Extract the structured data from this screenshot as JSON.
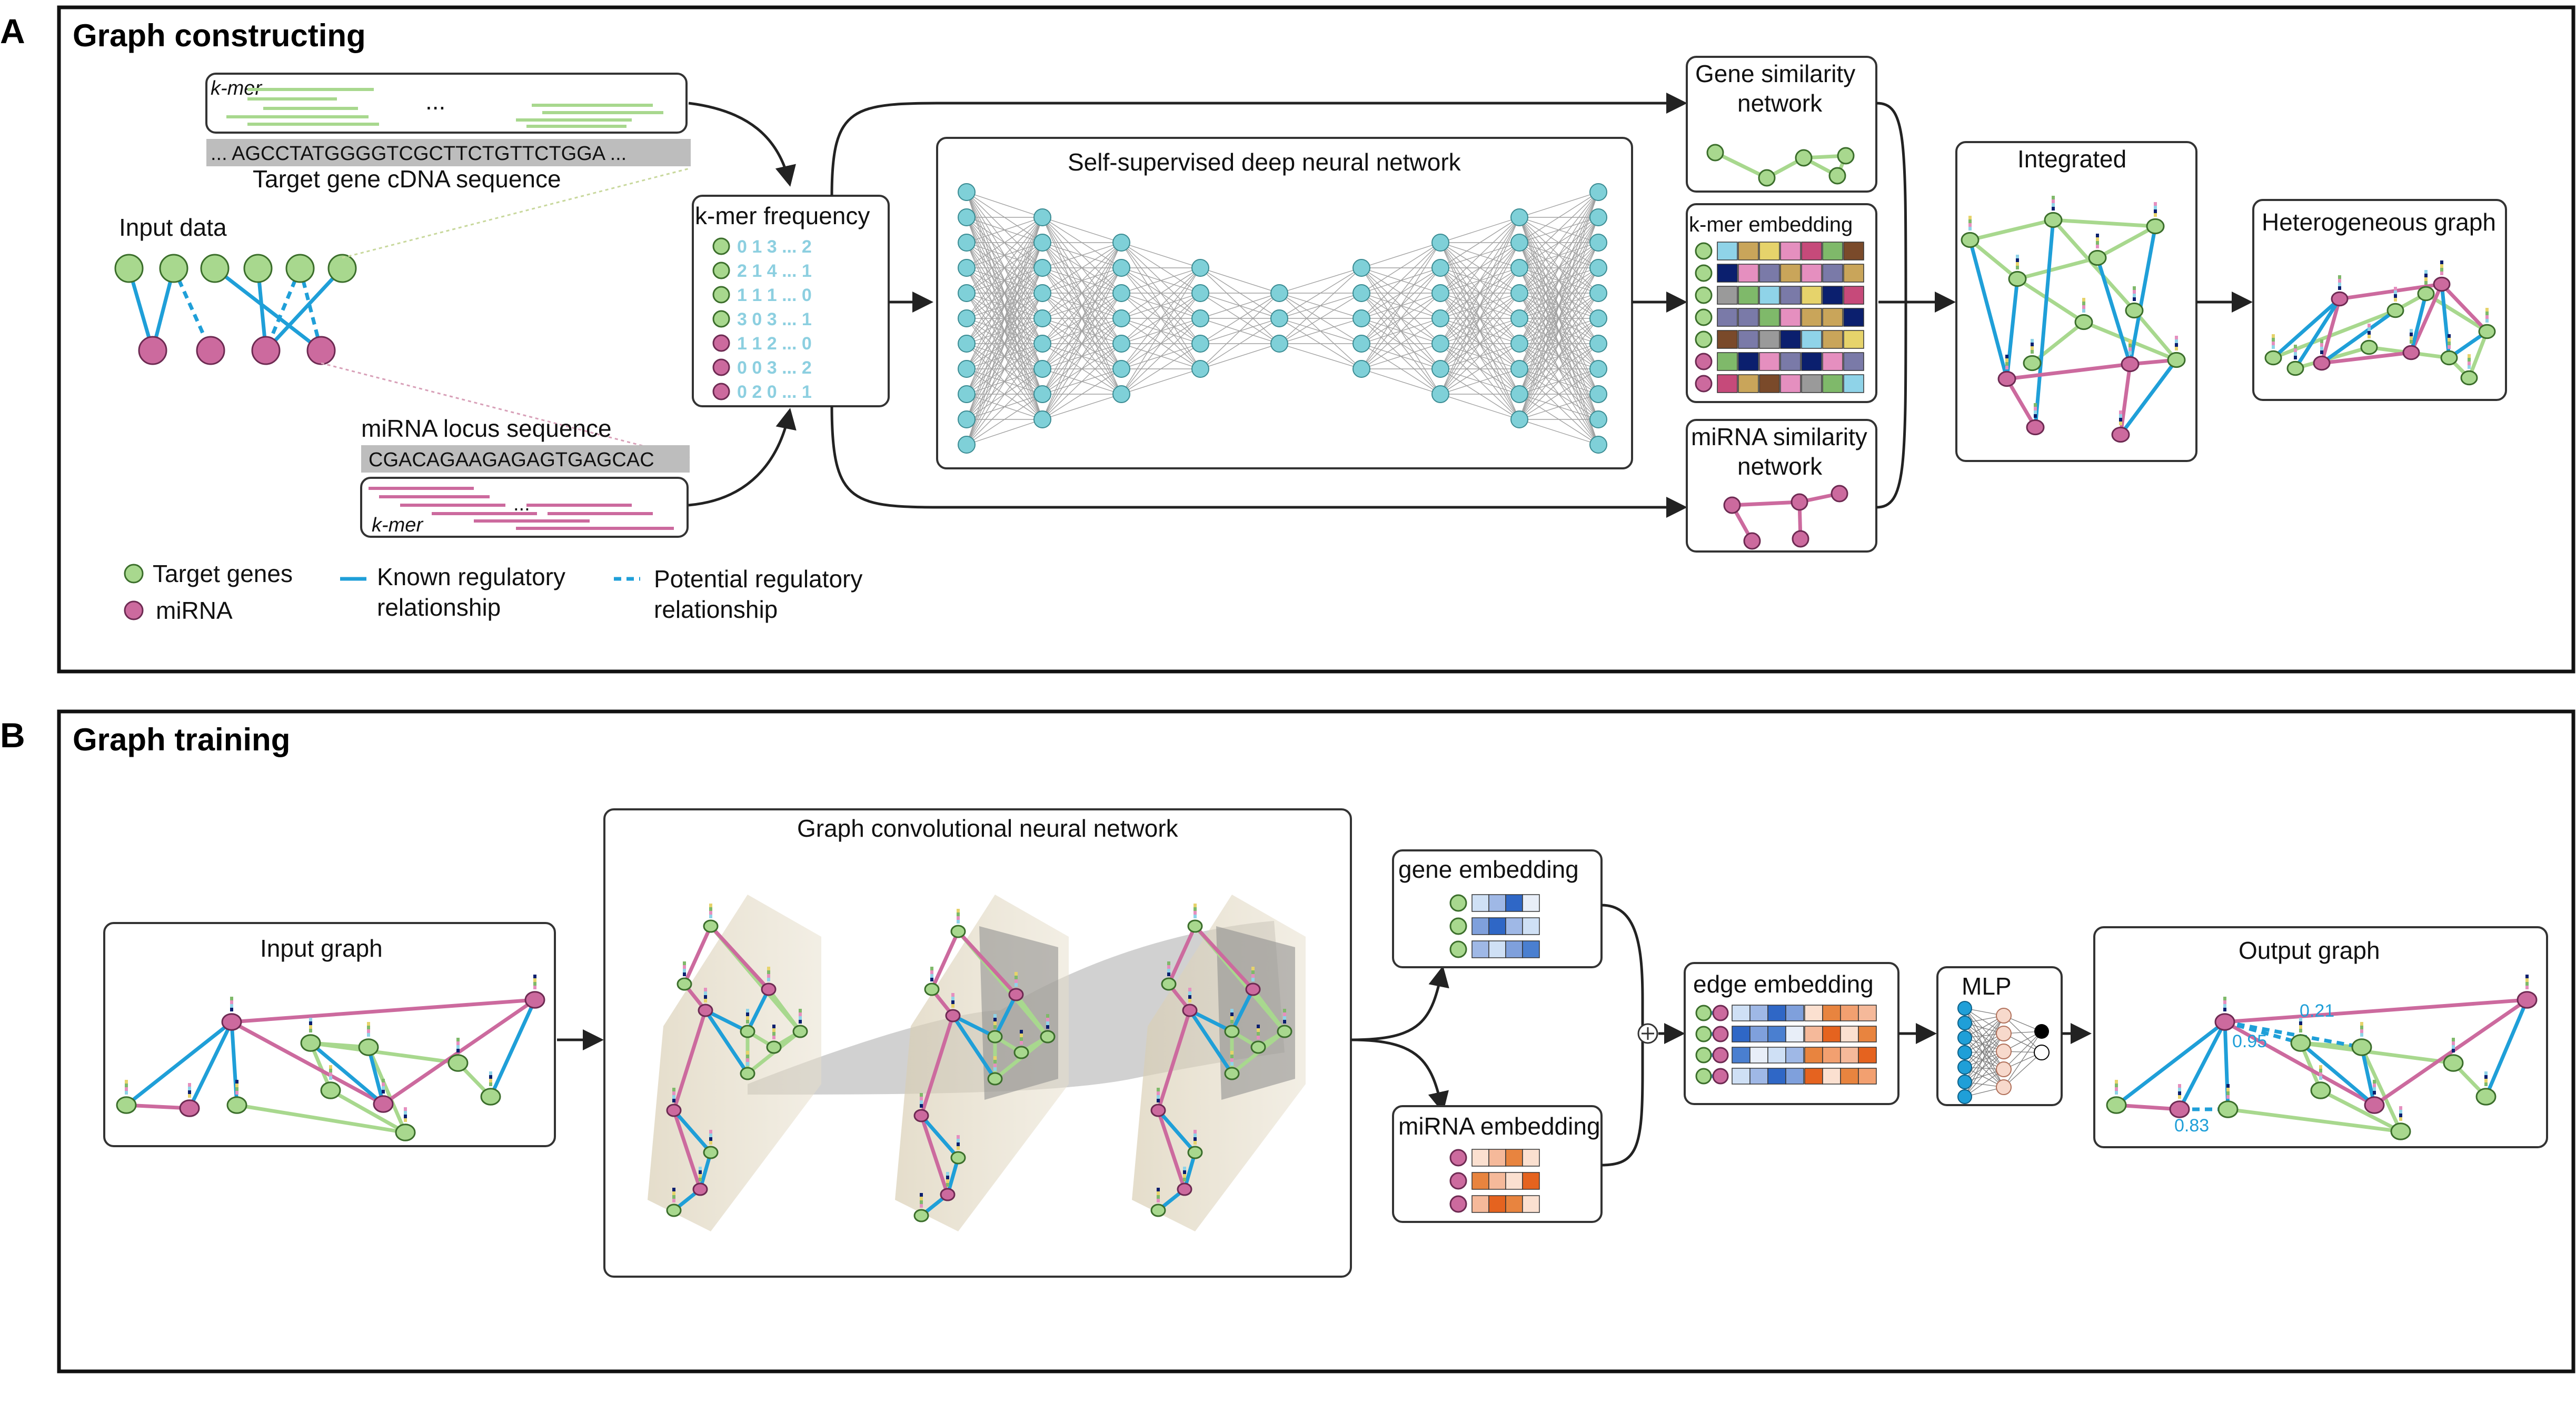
{
  "panel_a": {
    "letter": "A",
    "title": "Graph constructing",
    "kmer_label": "k-mer",
    "dots": "...",
    "gene_sequence": "... AGCCTATGGGGTCGCTTCTGTTCTGGA ...",
    "gene_sequence_caption": "Target gene cDNA sequence",
    "input_data": "Input data",
    "mirna_caption": "miRNA locus sequence",
    "mirna_sequence": "CGACAGAAGAGAGTGAGCAC",
    "kmer_frequency": "k-mer frequency",
    "freq_rows": [
      "0  1  3  ...  2",
      "2  1  4  ...  1",
      "1  1  1  ...  0",
      "3  0  3  ...  1",
      "1  1  2  ...  0",
      "0  0  3  ...  2",
      "0  2  0  ...  1"
    ],
    "dnn_title": "Self-supervised deep neural network",
    "gene_similarity_line1": "Gene similarity",
    "gene_similarity_line2": "network",
    "kmer_embedding": "k-mer embedding",
    "mirna_similarity_line1": "miRNA similarity",
    "mirna_similarity_line2": "network",
    "integrated": "Integrated",
    "heterogeneous_graph": "Heterogeneous graph",
    "legend": {
      "target_genes": "Target genes",
      "mirna": "miRNA",
      "known_line1": "Known regulatory",
      "known_line2": "relationship",
      "potential_line1": "Potential regulatory",
      "potential_line2": "relationship"
    }
  },
  "panel_b": {
    "letter": "B",
    "title": "Graph training",
    "input_graph": "Input graph",
    "gcn_title": "Graph convolutional neural network",
    "gene_embedding": "gene embedding",
    "mirna_embedding": "miRNA embedding",
    "edge_embedding": "edge embedding",
    "mlp": "MLP",
    "output_graph": "Output graph",
    "score_1": "0.21",
    "score_2": "0.95",
    "score_3": "0.83"
  },
  "colors": {
    "gene": "#a8d88e",
    "mirna": "#cc6a9e",
    "known_edge": "#1f9fd8",
    "dnn_node": "#7fd0d8"
  }
}
